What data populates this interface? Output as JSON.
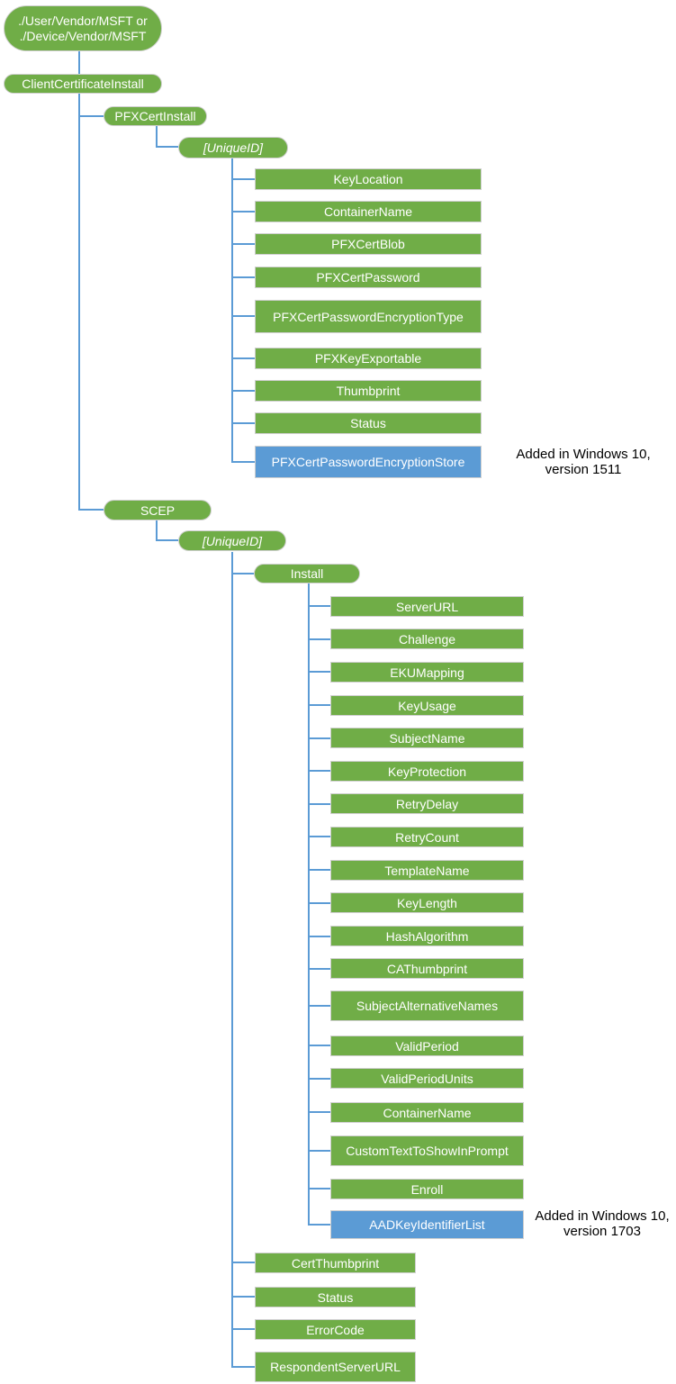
{
  "diagram": {
    "root": {
      "line1": "./User/Vendor/MSFT or",
      "line2": "./Device/Vendor/MSFT"
    },
    "nodes": {
      "client_certificate_install": "ClientCertificateInstall",
      "pfx_cert_install": "PFXCertInstall",
      "pfx_unique_id": "[UniqueID]",
      "scep": "SCEP",
      "scep_unique_id": "[UniqueID]",
      "install": "Install"
    },
    "pfx_children": [
      "KeyLocation",
      "ContainerName",
      "PFXCertBlob",
      "PFXCertPassword",
      "PFXCertPasswordEncryptionType",
      "PFXKeyExportable",
      "Thumbprint",
      "Status",
      "PFXCertPasswordEncryptionStore"
    ],
    "install_children": [
      "ServerURL",
      "Challenge",
      "EKUMapping",
      "KeyUsage",
      "SubjectName",
      "KeyProtection",
      "RetryDelay",
      "RetryCount",
      "TemplateName",
      "KeyLength",
      "HashAlgorithm",
      "CAThumbprint",
      "SubjectAlternativeNames",
      "ValidPeriod",
      "ValidPeriodUnits",
      "ContainerName",
      "CustomTextToShowInPrompt",
      "Enroll",
      "AADKeyIdentifierList"
    ],
    "scep_children": [
      "CertThumbprint",
      "Status",
      "ErrorCode",
      "RespondentServerURL"
    ],
    "annotations": [
      {
        "line1": "Added in Windows 10,",
        "line2": "version 1511"
      },
      {
        "line1": "Added in Windows 10,",
        "line2": "version 1703"
      }
    ],
    "colors": {
      "node_green": "#70AD47",
      "node_blue": "#5B9BD5",
      "connector_blue": "#5B9BD5",
      "node_text": "#FFFFFF",
      "annotation_text": "#000000"
    }
  }
}
